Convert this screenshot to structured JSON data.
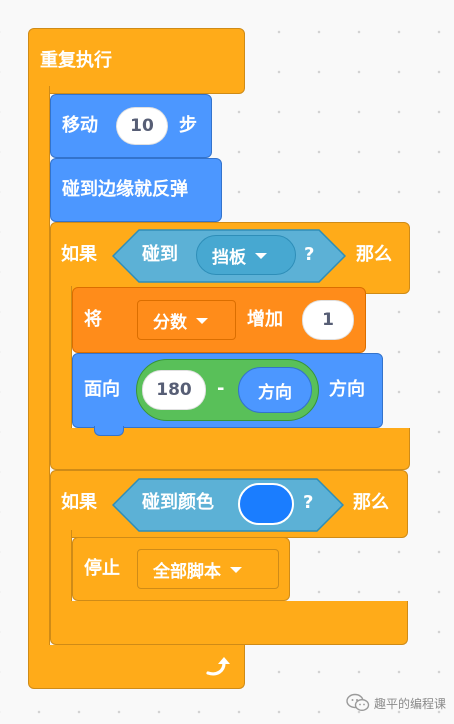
{
  "blocks": {
    "forever": {
      "label": "重复执行"
    },
    "move": {
      "label": "移动",
      "steps": "10",
      "unit": "步"
    },
    "bounce": {
      "label": "碰到边缘就反弹"
    },
    "if1": {
      "if_label": "如果",
      "then_label": "那么",
      "touching": {
        "label": "碰到",
        "target": "挡板",
        "question": "?"
      },
      "change": {
        "label_left": "将",
        "variable": "分数",
        "label_mid": "增加",
        "value": "1"
      },
      "point": {
        "label_left": "面向",
        "minuend": "180",
        "operator": "-",
        "reporter": "方向",
        "label_right": "方向"
      }
    },
    "if2": {
      "if_label": "如果",
      "then_label": "那么",
      "touching_color": {
        "label": "碰到颜色",
        "color": "#1a7dff",
        "question": "?"
      },
      "stop": {
        "label": "停止",
        "option": "全部脚本"
      }
    }
  },
  "watermark": {
    "text": "趣平的编程课"
  },
  "colors": {
    "control": "#ffab19",
    "motion": "#4c97ff",
    "variables": "#ff8c1a",
    "sensing": "#5cb1d6",
    "operators": "#59c059"
  }
}
